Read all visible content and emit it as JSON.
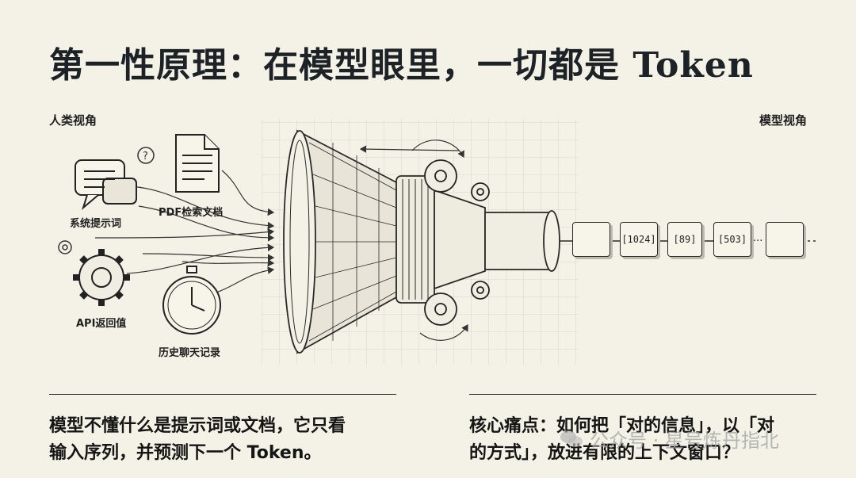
{
  "title": "第一性原理：在模型眼里，一切都是 Token",
  "human_view_label": "人类视角",
  "model_view_label": "模型视角",
  "sources": {
    "system_prompt": "系统提示词",
    "pdf_docs": "PDF检索文档",
    "api_return": "API返回值",
    "chat_history": "历史聊天记录"
  },
  "tokens": [
    "",
    "[1024]",
    "[89]",
    "[503]",
    "..."
  ],
  "caption_left": {
    "line1": "模型不懂什么是提示词或文档，它只看",
    "line2": "输入序列，并预测下一个 Token。"
  },
  "caption_right": {
    "line1": "核心痛点：如何把「对的信息」，以「对",
    "line2": "的方式」，放进有限的上下文窗口？"
  },
  "watermark": "公众号 · 星号炼丹指北"
}
